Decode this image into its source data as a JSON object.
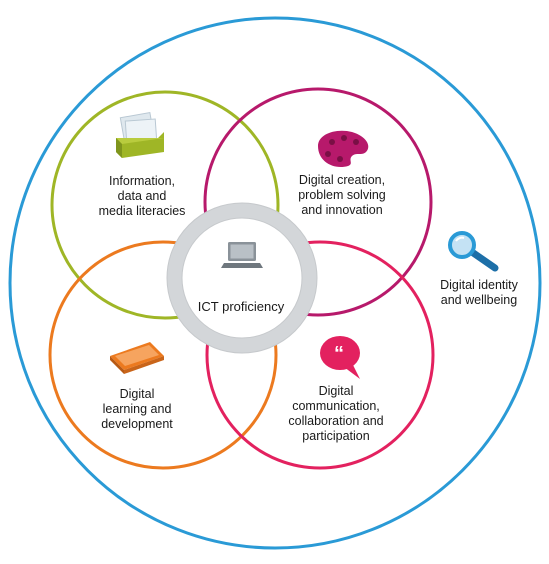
{
  "outer_label": {
    "lines": [
      "Digital identity",
      "and wellbeing"
    ]
  },
  "center_label": "ICT proficiency",
  "capabilities": [
    {
      "key": "information",
      "lines": [
        "Information,",
        "data and",
        "media literacies"
      ],
      "color": "#9fb626"
    },
    {
      "key": "creation",
      "lines": [
        "Digital creation,",
        "problem solving",
        "and innovation"
      ],
      "color": "#b7196b"
    },
    {
      "key": "learning",
      "lines": [
        "Digital",
        "learning and",
        "development"
      ],
      "color": "#ec7a1f"
    },
    {
      "key": "communication",
      "lines": [
        "Digital",
        "communication,",
        "collaboration and",
        "participation"
      ],
      "color": "#e3215f"
    }
  ],
  "colors": {
    "outer_ring": "#2a9ad6",
    "center_ring": "#d3d6d9",
    "center_fill": "#ffffff"
  },
  "icons": {
    "information": "document-tray-icon",
    "creation": "paint-palette-icon",
    "learning": "tablet-icon",
    "communication": "speech-bubble-icon",
    "identity": "magnifying-glass-icon",
    "center": "laptop-icon"
  }
}
